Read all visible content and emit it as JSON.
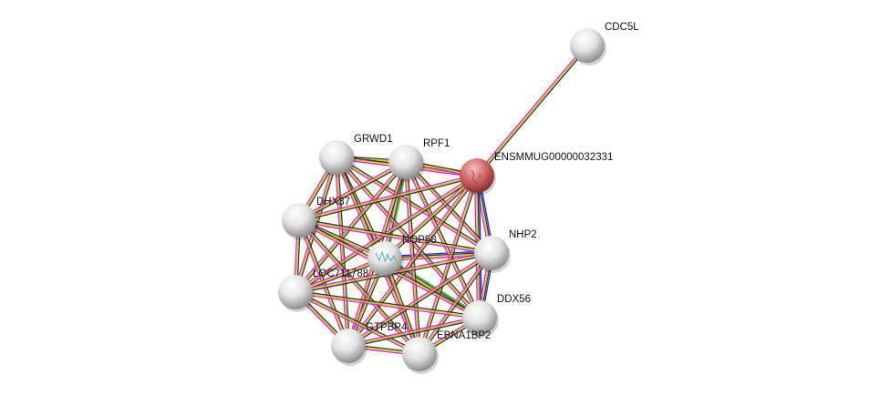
{
  "network": {
    "nodes": [
      {
        "id": "CDC5L",
        "label": "CDC5L",
        "query": false
      },
      {
        "id": "GRWD1",
        "label": "GRWD1",
        "query": false
      },
      {
        "id": "RPF1",
        "label": "RPF1",
        "query": false
      },
      {
        "id": "ENSMMUG00000032331",
        "label": "ENSMMUG00000032331",
        "query": true
      },
      {
        "id": "DHX37",
        "label": "DHX37",
        "query": false
      },
      {
        "id": "NOP58",
        "label": "NOP58",
        "query": false,
        "has_structure": true
      },
      {
        "id": "NHP2",
        "label": "NHP2",
        "query": false
      },
      {
        "id": "LOC711788",
        "label": "LOC711788",
        "query": false
      },
      {
        "id": "DDX56",
        "label": "DDX56",
        "query": false
      },
      {
        "id": "GTPBP4",
        "label": "GTPBP4",
        "query": false
      },
      {
        "id": "EBNA1BP2",
        "label": "EBNA1BP2",
        "query": false
      }
    ],
    "clique": [
      "GRWD1",
      "RPF1",
      "ENSMMUG00000032331",
      "DHX37",
      "NOP58",
      "NHP2",
      "LOC711788",
      "DDX56",
      "GTPBP4",
      "EBNA1BP2"
    ],
    "clique_evidence": [
      "coexpression",
      "textmining",
      "database"
    ],
    "extra_edges": [
      {
        "a": "CDC5L",
        "b": "ENSMMUG00000032331",
        "evidence": [
          "coexpression",
          "textmining",
          "database"
        ]
      },
      {
        "a": "ENSMMUG00000032331",
        "b": "NHP2",
        "evidence": [
          "experiments",
          "coexpression",
          "textmining",
          "database"
        ]
      },
      {
        "a": "ENSMMUG00000032331",
        "b": "DDX56",
        "evidence": [
          "experiments",
          "coexpression",
          "textmining",
          "database"
        ]
      },
      {
        "a": "NOP58",
        "b": "NHP2",
        "evidence": [
          "experiments",
          "coexpression",
          "textmining",
          "database"
        ]
      },
      {
        "a": "NHP2",
        "b": "DDX56",
        "evidence": [
          "experiments",
          "coexpression",
          "textmining",
          "database"
        ]
      },
      {
        "a": "RPF1",
        "b": "NOP58",
        "evidence": [
          "neighborhood",
          "coexpression",
          "textmining",
          "database"
        ]
      },
      {
        "a": "NOP58",
        "b": "DDX56",
        "evidence": [
          "neighborhood",
          "coexpression",
          "textmining",
          "database"
        ]
      }
    ],
    "evidence_colors": {
      "textmining": "#c8d400",
      "coexpression": "#333333",
      "database": "#e020e0",
      "experiments": "#2222ff",
      "neighborhood": "#22bb22"
    },
    "node_colors": {
      "default": "#d8d8d8",
      "query": "#d46a6a"
    }
  }
}
